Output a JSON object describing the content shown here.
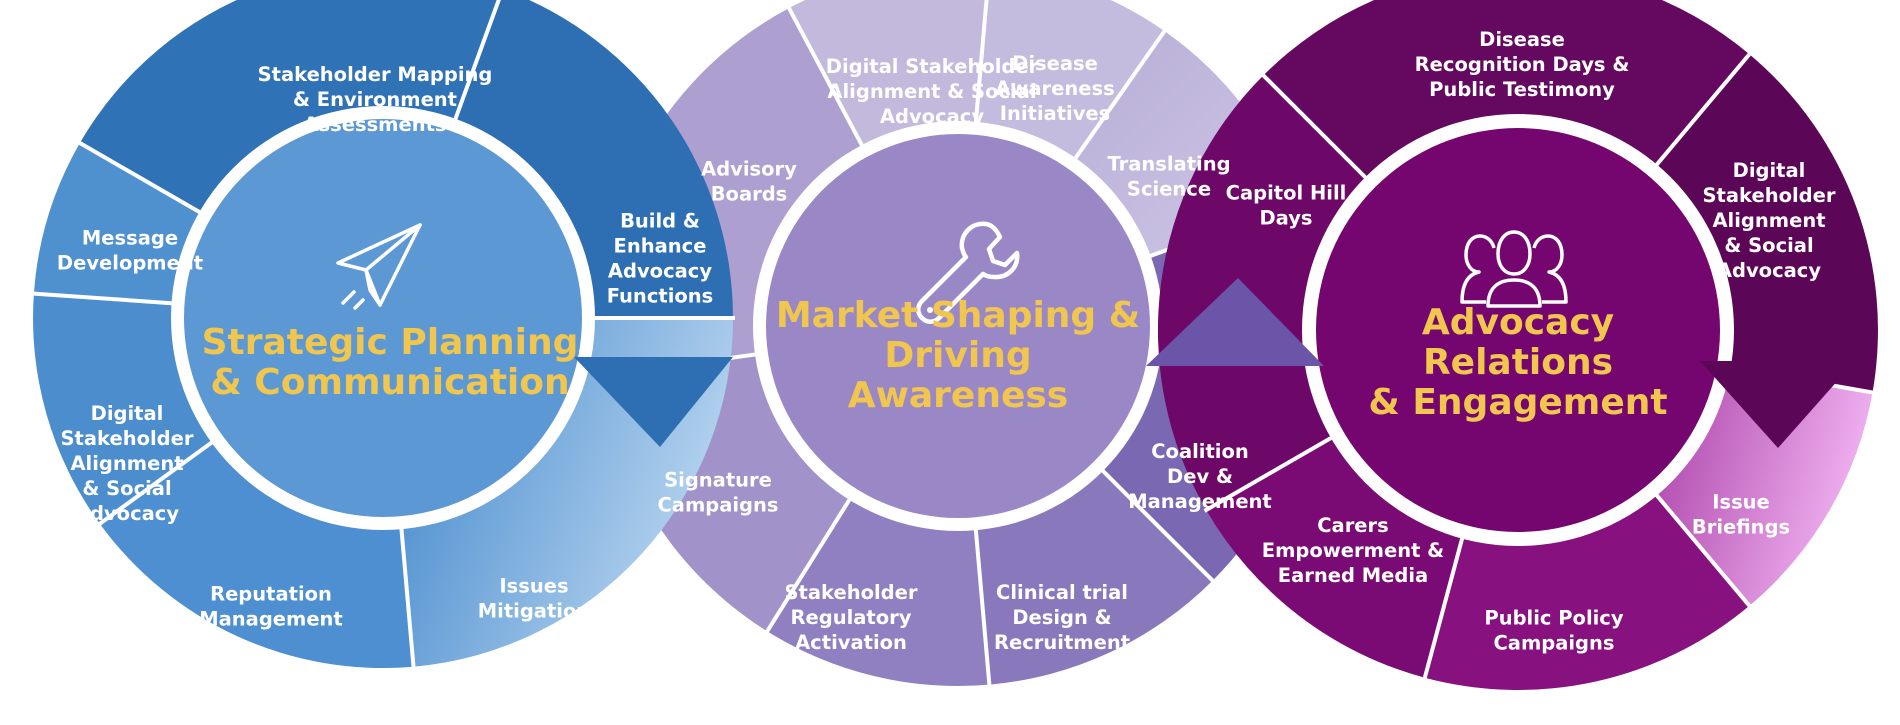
{
  "wheels": [
    {
      "id": "strategic",
      "title": [
        "Strategic Planning",
        "& Communication"
      ],
      "icon": "paper-plane-icon",
      "hub_color": "#5b98d4",
      "segments": [
        {
          "label": [
            "Stakeholder Mapping",
            "& Environment",
            "Assessments"
          ],
          "color": "#2f72b5"
        },
        {
          "label": [
            "Build &",
            "Enhance",
            "Advocacy",
            "Functions"
          ],
          "color": "#2e6fb3"
        },
        {
          "label": [
            "Issues",
            "Mitigation"
          ],
          "color": "#8ab7e2"
        },
        {
          "label": [
            "Reputation",
            "Management"
          ],
          "color": "#4d8fd0"
        },
        {
          "label": [
            "Digital",
            "Stakeholder",
            "Alignment",
            "& Social",
            "Advocacy"
          ],
          "color": "#4b8dcd"
        },
        {
          "label": [
            "Message",
            "Development"
          ],
          "color": "#4f90cf"
        }
      ]
    },
    {
      "id": "market",
      "title": [
        "Market Shaping &",
        "Driving",
        "Awareness"
      ],
      "icon": "wrench-icon",
      "hub_color": "#9a88c6",
      "segments": [
        {
          "label": [
            "Digital Stakeholder",
            "Alignment & Social",
            "Advocacy"
          ],
          "color": "#c2b9dd"
        },
        {
          "label": [
            "Disease",
            "Awareness",
            "Initiatives"
          ],
          "color": "#c4bcdf"
        },
        {
          "label": [
            "Translating",
            "Science"
          ],
          "color": "#c8c1e1"
        },
        {
          "label": [
            "Coalition",
            "Dev &",
            "Management"
          ],
          "color": "#7b68b3"
        },
        {
          "label": [
            "Clinical trial",
            "Design &",
            "Recruitment"
          ],
          "color": "#8a78bd"
        },
        {
          "label": [
            "Stakeholder",
            "Regulatory",
            "Activation"
          ],
          "color": "#9080c1"
        },
        {
          "label": [
            "Signature",
            "Campaigns"
          ],
          "color": "#a192c9"
        },
        {
          "label": [
            "Advisory",
            "Boards"
          ],
          "color": "#ada0d0"
        }
      ]
    },
    {
      "id": "advocacy",
      "title": [
        "Advocacy",
        "Relations",
        "& Engagement"
      ],
      "icon": "people-group-icon",
      "hub_color": "#75066f",
      "segments": [
        {
          "label": [
            "Disease",
            "Recognition Days &",
            "Public Testimony"
          ],
          "color": "#640860"
        },
        {
          "label": [
            "Digital",
            "Stakeholder",
            "Alignment",
            "& Social",
            "Advocacy"
          ],
          "color": "#5c0657"
        },
        {
          "label": [
            "Issue",
            "Briefings"
          ],
          "color": "#d27bd4"
        },
        {
          "label": [
            "Public Policy",
            "Campaigns"
          ],
          "color": "#86117f"
        },
        {
          "label": [
            "Carers",
            "Empowerment &",
            "Earned Media"
          ],
          "color": "#7a0b74"
        },
        {
          "label": [
            "Capitol Hill",
            "Days"
          ],
          "color": "#6d0868"
        }
      ]
    }
  ]
}
